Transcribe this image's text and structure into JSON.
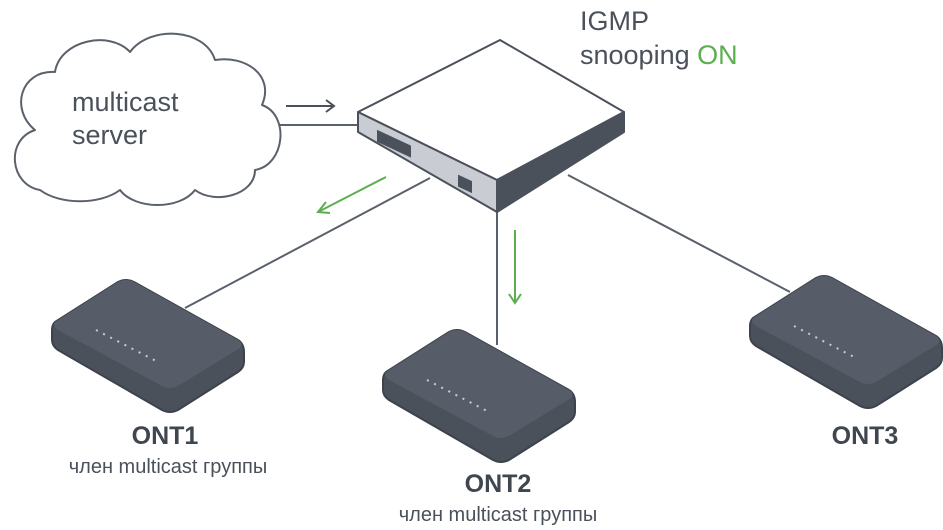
{
  "server": {
    "line1": "multicast",
    "line2": "server"
  },
  "switch": {
    "line1": "IGMP",
    "line2_prefix": "snooping ",
    "line2_status": "ON"
  },
  "onts": [
    {
      "name": "ONT1",
      "subtitle": "член multicast группы"
    },
    {
      "name": "ONT2",
      "subtitle": "член multicast группы"
    },
    {
      "name": "ONT3",
      "subtitle": ""
    }
  ],
  "colors": {
    "device": "#4a515b",
    "line": "#5a616b",
    "arrow_green": "#5cae4f",
    "status_on": "#5cae4f"
  }
}
